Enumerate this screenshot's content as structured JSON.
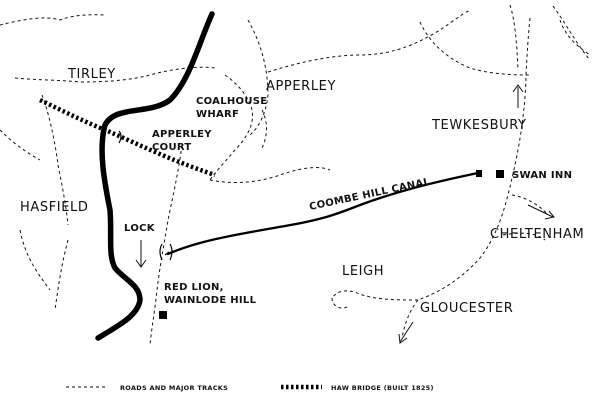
{
  "map": {
    "places": {
      "tirley": "TIRLEY",
      "apperley": "APPERLEY",
      "coalhouse_wharf_1": "COALHOUSE",
      "coalhouse_wharf_2": "WHARF",
      "apperley_court_1": "APPERLEY",
      "apperley_court_2": "COURT",
      "tewkesbury": "TEWKESBURY",
      "hasfield": "HASFIELD",
      "lock": "LOCK",
      "cheltenham": "CHELTENHAM",
      "leigh": "LEIGH",
      "gloucester": "GLOUCESTER",
      "red_lion_1": "RED LION,",
      "red_lion_2": "WAINLODE HILL",
      "swan_inn": "SWAN INN",
      "canal": "COOMBE HILL CANAL"
    },
    "legend": {
      "roads": "ROADS AND MAJOR TRACKS",
      "bridge": "HAW BRIDGE (BUILT 1825)"
    },
    "colors": {
      "ink": "#000000",
      "paper": "#ffffff"
    }
  }
}
